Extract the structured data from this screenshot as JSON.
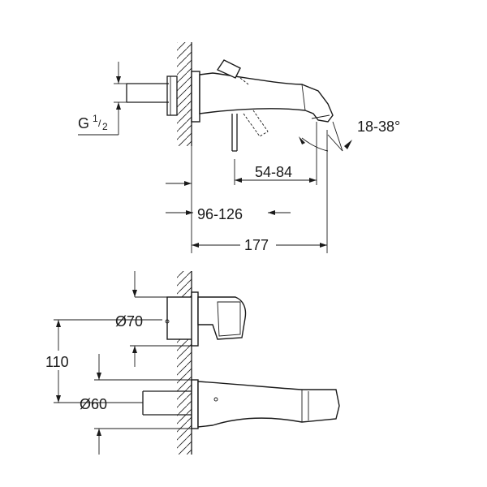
{
  "dimensions": {
    "thread": "G",
    "thread_fraction_num": "1",
    "thread_fraction_den": "2",
    "spout_angle": "18-38°",
    "handle_offset": "54-84",
    "wall_depth": "96-126",
    "spout_projection": "177",
    "rosette_diameter": "Ø70",
    "centre_distance": "110",
    "spout_diameter": "Ø60"
  }
}
